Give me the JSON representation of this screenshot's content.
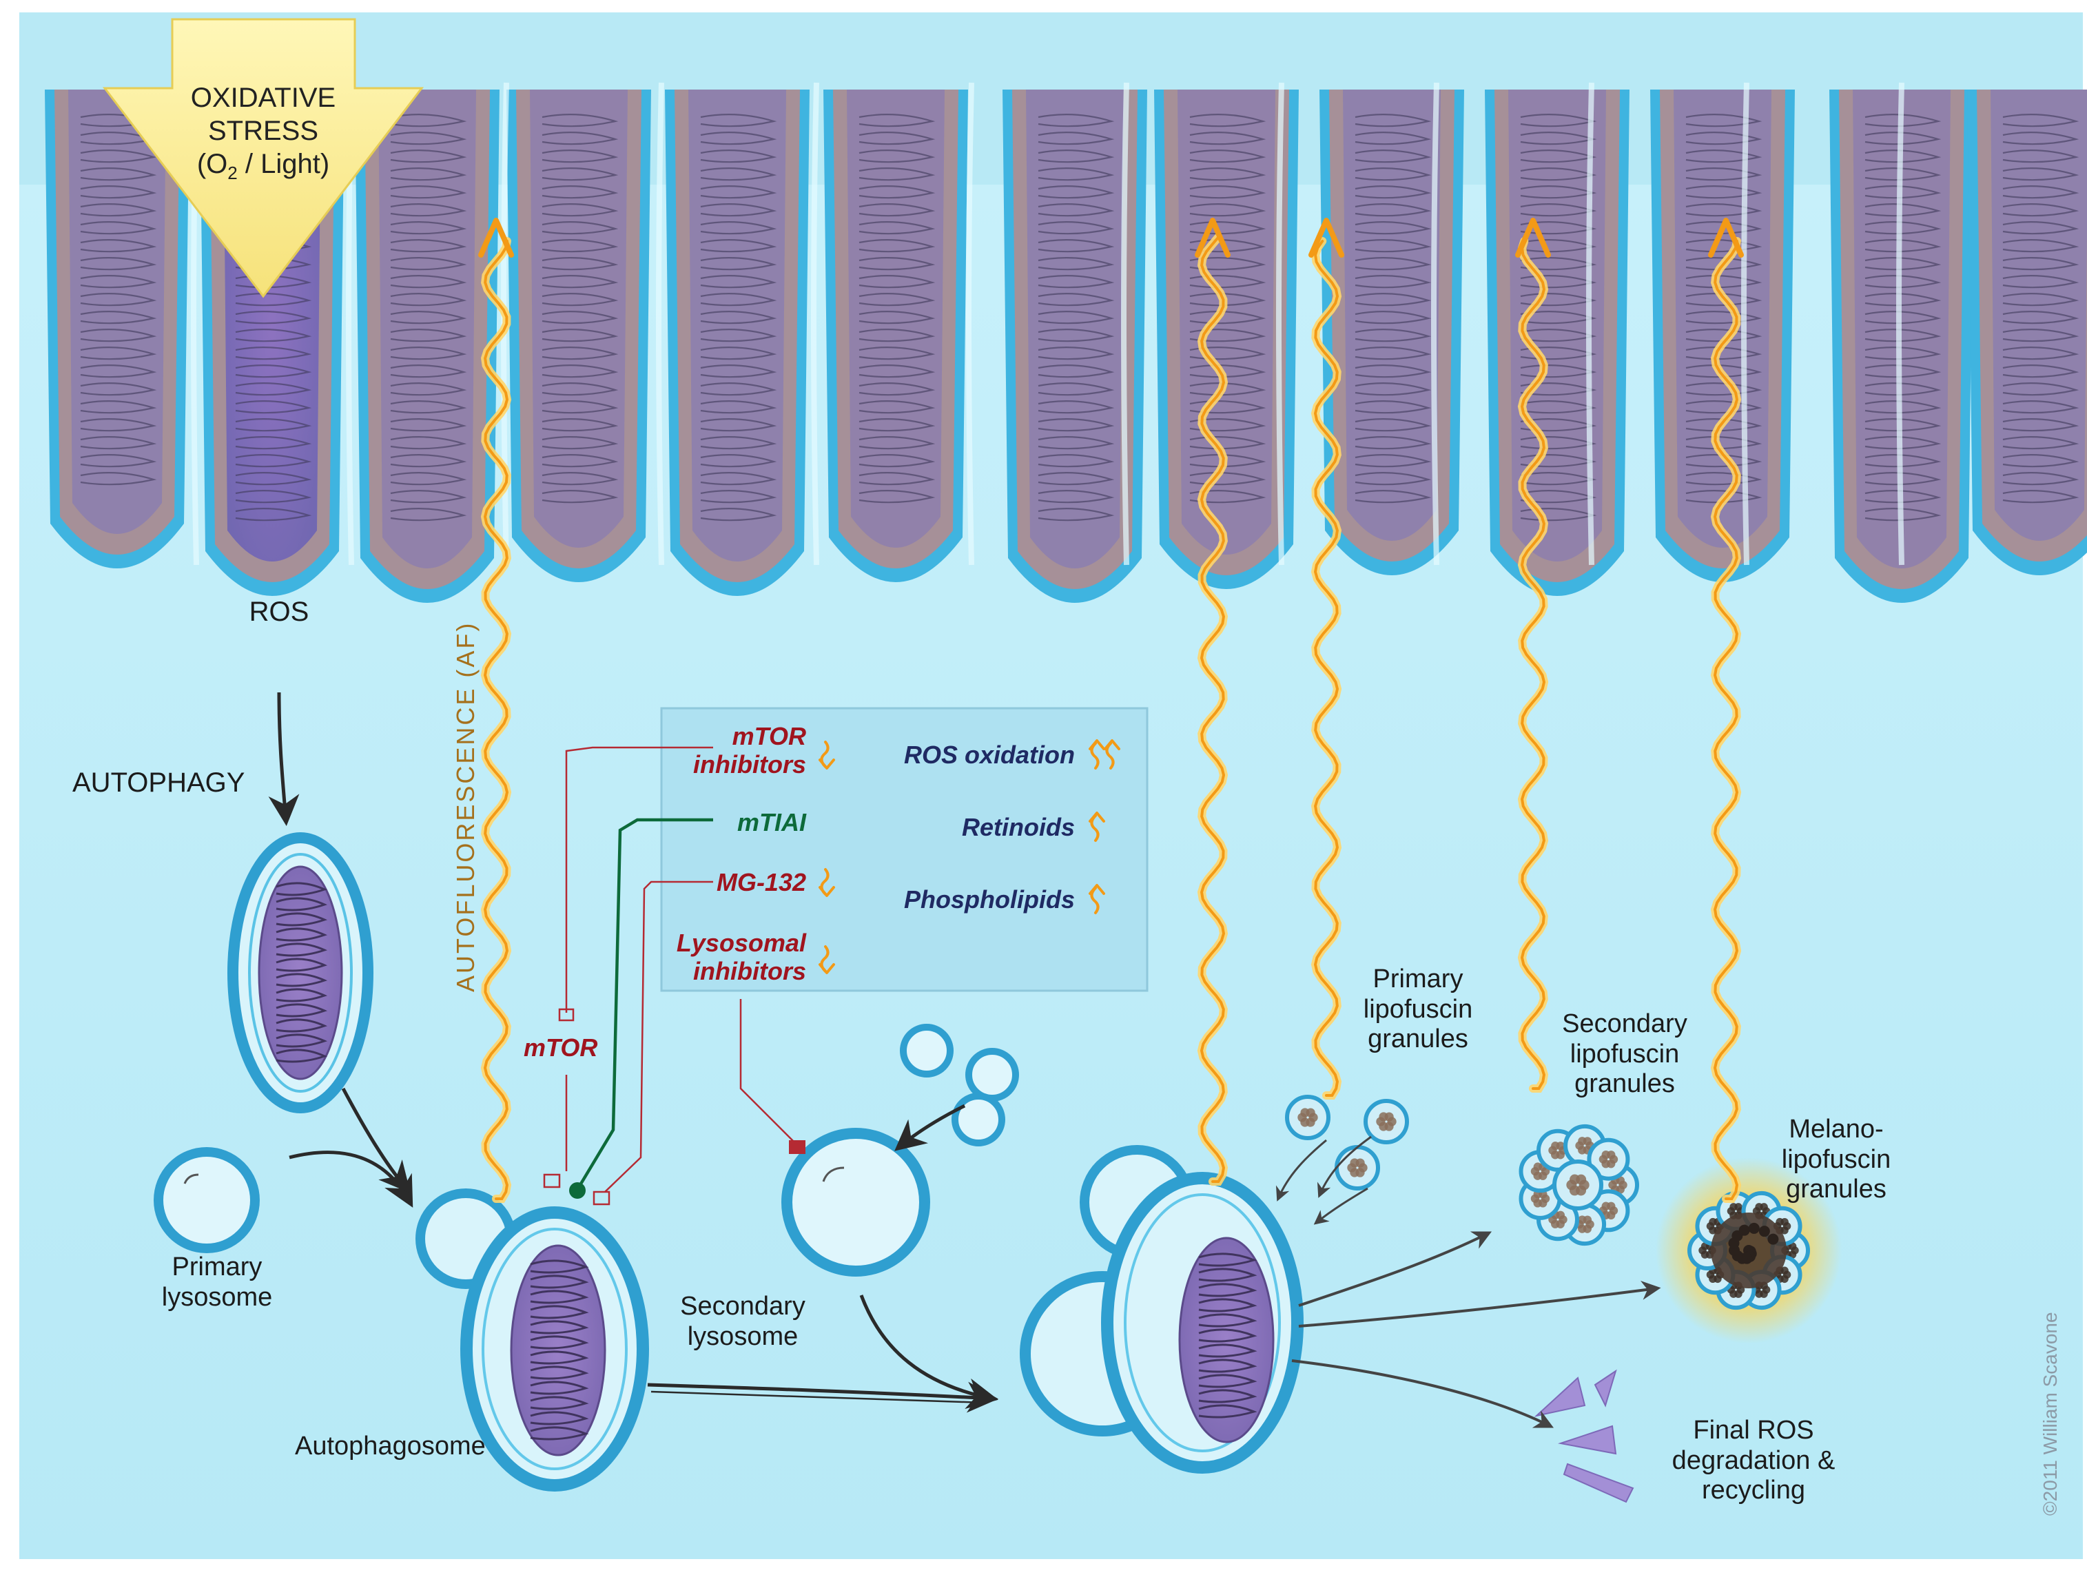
{
  "labels": {
    "stress_l1": "OXIDATIVE",
    "stress_l2": "STRESS",
    "stress_l3_pre": "(O",
    "stress_l3_sub": "2",
    "stress_l3_post": " / Light)",
    "ros": "ROS",
    "autophagy": "AUTOPHAGY",
    "autofluorescence": "AUTOFLUORESCENCE (AF)",
    "primary_lysosome_l1": "Primary",
    "primary_lysosome_l2": "lysosome",
    "autophagosome": "Autophagosome",
    "mtor": "mTOR",
    "secondary_lysosome_l1": "Secondary",
    "secondary_lysosome_l2": "lysosome",
    "primary_lipofuscin_l1": "Primary",
    "primary_lipofuscin_l2": "lipofuscin",
    "primary_lipofuscin_l3": "granules",
    "secondary_lipofuscin_l1": "Secondary",
    "secondary_lipofuscin_l2": "lipofuscin",
    "secondary_lipofuscin_l3": "granules",
    "melano_l1": "Melano-",
    "melano_l2": "lipofuscin",
    "melano_l3": "granules",
    "final_l1": "Final ROS",
    "final_l2": "degradation &",
    "final_l3": "recycling",
    "credit": "©2011 William Scavone"
  },
  "legend": {
    "mtor_inhibitors_l1": "mTOR",
    "mtor_inhibitors_l2": "inhibitors",
    "mtiai": "mTIAI",
    "mg132": "MG-132",
    "lysosomal_l1": "Lysosomal",
    "lysosomal_l2": "inhibitors",
    "ros_oxidation": "ROS oxidation",
    "retinoids": "Retinoids",
    "phospholipids": "Phospholipids"
  },
  "colors": {
    "background": "#b9ecf7",
    "membrane": "#3fb4e0",
    "inhibitor_red": "#a0141e",
    "inhibitor_green": "#0d6a3a",
    "af_orange": "#f7a21b"
  }
}
